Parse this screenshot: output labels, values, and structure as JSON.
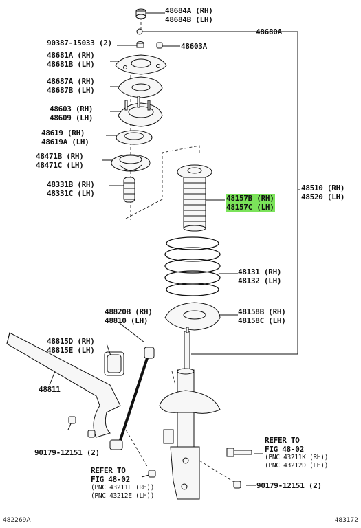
{
  "labels": {
    "p48684": [
      "48684A (RH)",
      "48684B (LH)"
    ],
    "p48680": [
      "48680A"
    ],
    "p90387": [
      "90387-15033 (2)"
    ],
    "p48603a": [
      "48603A"
    ],
    "p48681": [
      "48681A (RH)",
      "48681B (LH)"
    ],
    "p48687": [
      "48687A (RH)",
      "48687B (LH)"
    ],
    "p48603": [
      "48603 (RH)",
      "48609 (LH)"
    ],
    "p48619": [
      "48619 (RH)",
      "48619A (LH)"
    ],
    "p48471": [
      "48471B (RH)",
      "48471C (LH)"
    ],
    "p48331": [
      "48331B (RH)",
      "48331C (LH)"
    ],
    "p48157": [
      "48157B (RH)",
      "48157C (LH)"
    ],
    "p48510": [
      "48510 (RH)",
      "48520 (LH)"
    ],
    "p48131": [
      "48131 (RH)",
      "48132 (LH)"
    ],
    "p48820": [
      "48820B (RH)",
      "48810 (LH)"
    ],
    "p48158": [
      "48158B (RH)",
      "48158C (LH)"
    ],
    "p48815": [
      "48815D (RH)",
      "48815E (LH)"
    ],
    "p48811": [
      "48811"
    ],
    "p90179a": [
      "90179-12151 (2)"
    ],
    "p90179b": [
      "90179-12151 (2)"
    ],
    "refer1": [
      "REFER TO",
      "FIG 48-02",
      "(PNC 43211K (RH))",
      "(PNC 43212D (LH))"
    ],
    "refer2": [
      "REFER TO",
      "FIG 48-02",
      "(PNC 43211L (RH))",
      "(PNC 43212E (LH))"
    ]
  },
  "footer": {
    "left": "482269A",
    "right": "483172"
  },
  "colors": {
    "highlight": "#7be35a",
    "line": "#111111"
  }
}
